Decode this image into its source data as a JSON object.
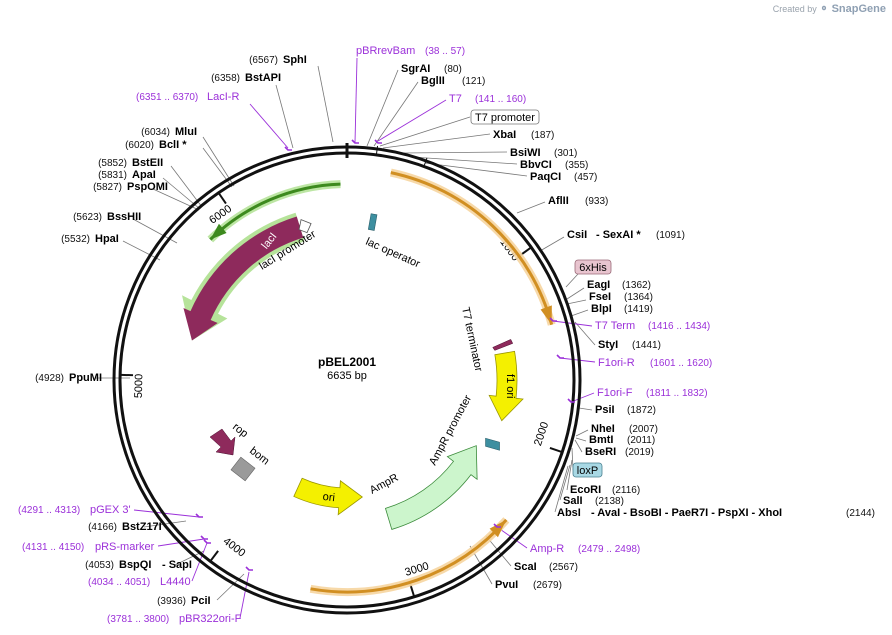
{
  "branding": {
    "created_by": "Created by",
    "app": "SnapGene"
  },
  "plasmid": {
    "name": "pBEL2001",
    "size_label": "6635 bp",
    "length": 6635
  },
  "colors": {
    "lacI": "#8e2a5c",
    "lacI_glow": "#b6e39a",
    "green_arrow": "#3d8a1e",
    "orange_arrow": "#d18f22",
    "orange_glow": "#f6d5a0",
    "yellow": "#f4f000",
    "ampr": "#ccf5cc",
    "ampr_stroke": "#3a8a3a",
    "rop": "#8e2a5c",
    "bom": "#9a9a9a",
    "lac_operator": "#3d8fa0",
    "primer": "#9b30d9",
    "sixhis_fill": "#e8c4cf",
    "loxp_fill": "#a8d8e4"
  },
  "ticks": [
    {
      "pos": 1000,
      "label": "1000"
    },
    {
      "pos": 2000,
      "label": "2000"
    },
    {
      "pos": 3000,
      "label": "3000"
    },
    {
      "pos": 4000,
      "label": "4000"
    },
    {
      "pos": 5000,
      "label": "5000"
    },
    {
      "pos": 6000,
      "label": "6000"
    }
  ],
  "enzymes": [
    {
      "name": "SphI",
      "pos": 6567,
      "pos_label": "(6567)"
    },
    {
      "name": "BstAPI",
      "pos": 6358,
      "pos_label": "(6358)"
    },
    {
      "name": "MluI",
      "pos": 6034,
      "pos_label": "(6034)"
    },
    {
      "name": "BclI *",
      "pos": 6020,
      "pos_label": "(6020)"
    },
    {
      "name": "BstEII",
      "pos": 5852,
      "pos_label": "(5852)"
    },
    {
      "name": "ApaI",
      "pos": 5831,
      "pos_label": "(5831)"
    },
    {
      "name": "PspOMI",
      "pos": 5827,
      "pos_label": "(5827)"
    },
    {
      "name": "BssHII",
      "pos": 5623,
      "pos_label": "(5623)"
    },
    {
      "name": "HpaI",
      "pos": 5532,
      "pos_label": "(5532)"
    },
    {
      "name": "PpuMI",
      "pos": 4928,
      "pos_label": "(4928)"
    },
    {
      "name": "SgrAI",
      "pos": 80,
      "pos_label": "(80)"
    },
    {
      "name": "BglII",
      "pos": 121,
      "pos_label": "(121)"
    },
    {
      "name": "XbaI",
      "pos": 187,
      "pos_label": "(187)"
    },
    {
      "name": "BsiWI",
      "pos": 301,
      "pos_label": "(301)"
    },
    {
      "name": "BbvCI",
      "pos": 355,
      "pos_label": "(355)"
    },
    {
      "name": "PaqCI",
      "pos": 457,
      "pos_label": "(457)"
    },
    {
      "name": "AflII",
      "pos": 933,
      "pos_label": "(933)"
    },
    {
      "name": "CsiI",
      "pos": 1091,
      "pos_label": "(1091)",
      "extra": "- SexAI *"
    },
    {
      "name": "EagI",
      "pos": 1362,
      "pos_label": "(1362)"
    },
    {
      "name": "FseI",
      "pos": 1364,
      "pos_label": "(1364)"
    },
    {
      "name": "BlpI",
      "pos": 1419,
      "pos_label": "(1419)"
    },
    {
      "name": "StyI",
      "pos": 1441,
      "pos_label": "(1441)"
    },
    {
      "name": "PsiI",
      "pos": 1872,
      "pos_label": "(1872)"
    },
    {
      "name": "NheI",
      "pos": 2007,
      "pos_label": "(2007)"
    },
    {
      "name": "BmtI",
      "pos": 2011,
      "pos_label": "(2011)"
    },
    {
      "name": "BseRI",
      "pos": 2019,
      "pos_label": "(2019)"
    },
    {
      "name": "EcoRI",
      "pos": 2116,
      "pos_label": "(2116)"
    },
    {
      "name": "SalI",
      "pos": 2138,
      "pos_label": "(2138)"
    },
    {
      "name": "AbsI",
      "pos": 2144,
      "pos_label": "(2144)",
      "extra": "- AvaI  - BsoBI  - PaeR7I  - PspXI  - XhoI"
    },
    {
      "name": "ScaI",
      "pos": 2567,
      "pos_label": "(2567)"
    },
    {
      "name": "PvuI",
      "pos": 2679,
      "pos_label": "(2679)"
    },
    {
      "name": "PciI",
      "pos": 3936,
      "pos_label": "(3936)"
    },
    {
      "name": "BspQI",
      "pos": 4053,
      "pos_label": "(4053)",
      "extra": "- SapI"
    },
    {
      "name": "BstZ17I",
      "pos": 4166,
      "pos_label": "(4166)"
    }
  ],
  "primers": [
    {
      "name": "pBRrevBam",
      "range": "(38 .. 57)",
      "start": 38,
      "end": 57
    },
    {
      "name": "T7",
      "range": "(141 .. 160)",
      "start": 141,
      "end": 160
    },
    {
      "name": "LacI-R",
      "range": "(6351 .. 6370)",
      "start": 6351,
      "end": 6370
    },
    {
      "name": "T7 Term",
      "range": "(1416 .. 1434)",
      "start": 1416,
      "end": 1434
    },
    {
      "name": "F1ori-R",
      "range": "(1601 .. 1620)",
      "start": 1601,
      "end": 1620
    },
    {
      "name": "F1ori-F",
      "range": "(1811 .. 1832)",
      "start": 1811,
      "end": 1832
    },
    {
      "name": "Amp-R",
      "range": "(2479 .. 2498)",
      "start": 2479,
      "end": 2498
    },
    {
      "name": "pGEX 3'",
      "range": "(4291 .. 4313)",
      "start": 4291,
      "end": 4313
    },
    {
      "name": "pRS-marker",
      "range": "(4131 .. 4150)",
      "start": 4131,
      "end": 4150
    },
    {
      "name": "L4440",
      "range": "(4034 .. 4051)",
      "start": 4034,
      "end": 4051
    },
    {
      "name": "pBR322ori-F",
      "range": "(3781 .. 3800)",
      "start": 3781,
      "end": 3800
    }
  ],
  "boxed_features": [
    {
      "name": "T7 promoter"
    },
    {
      "name": "6xHis"
    },
    {
      "name": "loxP"
    }
  ],
  "features": [
    {
      "name": "lacI",
      "start": 5240,
      "end": 6320,
      "dir": -1
    },
    {
      "name": "lacI promoter",
      "start": 6320,
      "end": 6390
    },
    {
      "name": "lac operator",
      "start": 160,
      "end": 185
    },
    {
      "name": "T7 terminator",
      "start": 1390,
      "end": 1440
    },
    {
      "name": "f1 ori",
      "start": 1480,
      "end": 1930,
      "dir": 1
    },
    {
      "name": "AmpR promoter",
      "start": 2050,
      "end": 2150
    },
    {
      "name": "AmpR",
      "start": 2155,
      "end": 3010,
      "dir": -1
    },
    {
      "name": "ori",
      "start": 3180,
      "end": 3770,
      "dir": -1
    },
    {
      "name": "bom",
      "start": 4030,
      "end": 4170
    },
    {
      "name": "rop",
      "start": 4470,
      "end": 4660,
      "dir": -1
    }
  ],
  "direction_arrows": [
    {
      "name": "upper-green-arrow",
      "start": 5820,
      "end": 6600,
      "dir": -1
    },
    {
      "name": "right-orange-arrow",
      "start": 220,
      "end": 1380,
      "dir": 1
    },
    {
      "name": "lower-orange-arrow",
      "start": 2420,
      "end": 3500,
      "dir": -1
    }
  ]
}
